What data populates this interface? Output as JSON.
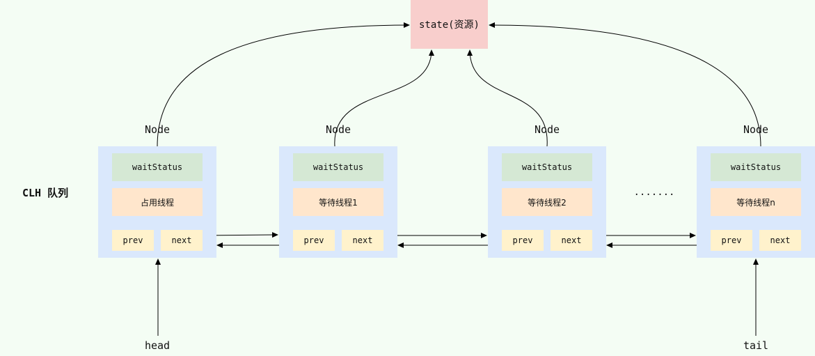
{
  "state": {
    "label": "state(资源)"
  },
  "queue_label": "CLH 队列",
  "ellipsis": ".......",
  "nodes": [
    {
      "title": "Node",
      "wait_status": "waitStatus",
      "thread": "占用线程",
      "prev": "prev",
      "next": "next"
    },
    {
      "title": "Node",
      "wait_status": "waitStatus",
      "thread": "等待线程1",
      "prev": "prev",
      "next": "next"
    },
    {
      "title": "Node",
      "wait_status": "waitStatus",
      "thread": "等待线程2",
      "prev": "prev",
      "next": "next"
    },
    {
      "title": "Node",
      "wait_status": "waitStatus",
      "thread": "等待线程n",
      "prev": "prev",
      "next": "next"
    }
  ],
  "pointers": {
    "head": "head",
    "tail": "tail"
  },
  "colors": {
    "background": "#f4fdf4",
    "state_fill": "#f8cecc",
    "node_fill": "#dae8fc",
    "wait_status_fill": "#d5e8d4",
    "thread_fill": "#ffe6cc",
    "link_fill": "#fff2cc"
  }
}
